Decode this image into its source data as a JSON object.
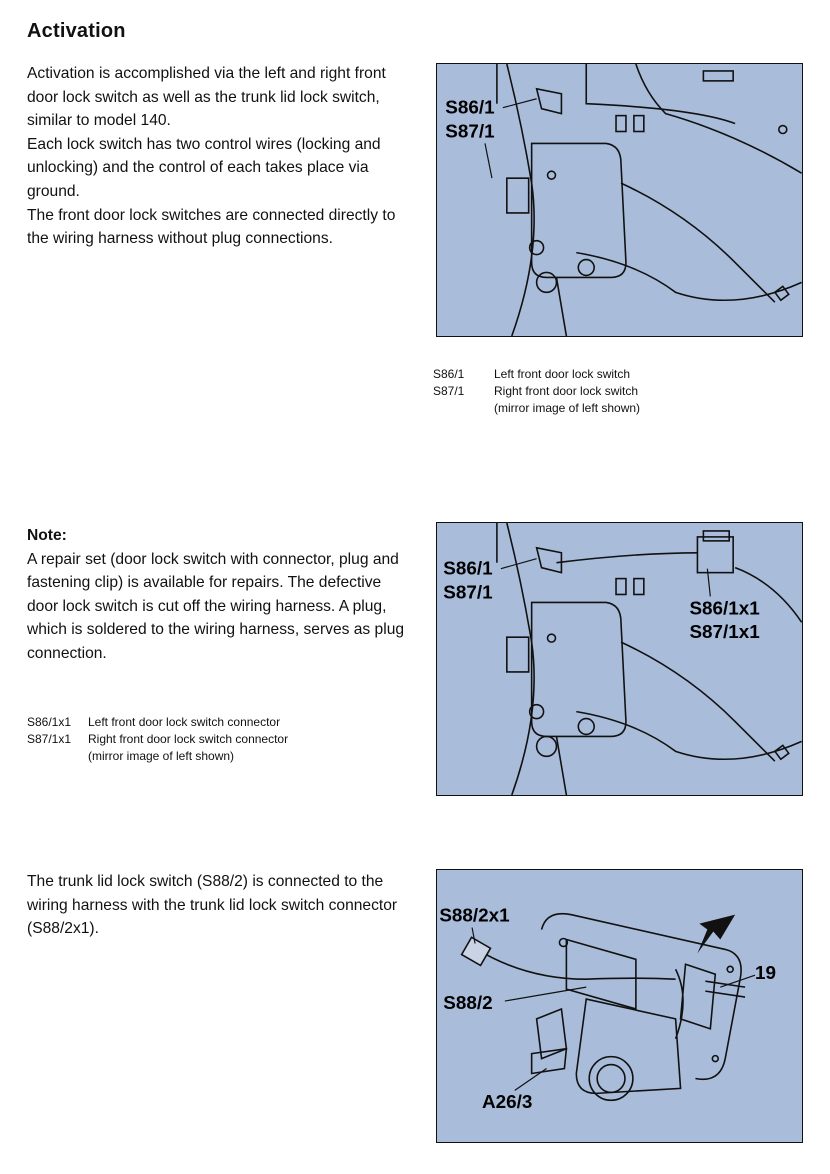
{
  "heading": "Activation",
  "intro": [
    "Activation is accomplished via the left and right front door lock switch as well as the trunk lid lock switch, similar to model 140.",
    "Each lock switch has two control wires (locking and unlocking) and the control of each takes place via ground.",
    "The front door lock switches are connected directly to the wiring harness without plug connections."
  ],
  "figure1": {
    "callouts": [
      "S86/1",
      "S87/1"
    ],
    "legend": [
      {
        "code": "S86/1",
        "text": "Left front door lock switch"
      },
      {
        "code": "S87/1",
        "text": "Right front door lock switch"
      },
      {
        "code": "",
        "text": "(mirror image of left shown)"
      }
    ]
  },
  "note": {
    "title": "Note:",
    "text": "A repair set (door lock switch with connector, plug and fastening clip) is available for repairs. The defective door lock switch is cut off the wiring harness.  A plug, which is soldered to the wiring harness, serves as plug connection."
  },
  "figure2": {
    "callouts": [
      "S86/1",
      "S87/1",
      "S86/1x1",
      "S87/1x1"
    ],
    "legend": [
      {
        "code": "S86/1x1",
        "text": "Left front door lock switch connector"
      },
      {
        "code": "S87/1x1",
        "text": "Right front door lock switch connector"
      },
      {
        "code": "",
        "text": "(mirror image of left shown)"
      }
    ]
  },
  "trunk": {
    "text": "The trunk lid lock switch (S88/2) is connected to the wiring harness with the trunk lid lock switch connector (S88/2x1)."
  },
  "figure3": {
    "callouts": [
      "S88/2x1",
      "S88/2",
      "19",
      "A26/3"
    ]
  },
  "colors": {
    "figure_bg": "#a9bcd9",
    "line": "#111111"
  }
}
